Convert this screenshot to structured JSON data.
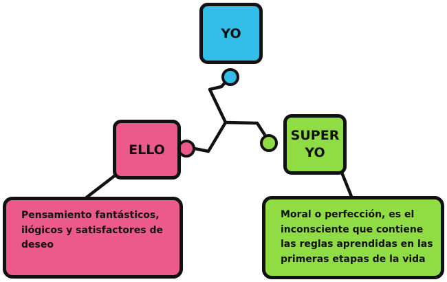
{
  "nodes": {
    "yo": {
      "label": "YO",
      "color": "#33bde9"
    },
    "ello": {
      "label": "ELLO",
      "color": "#ec5a8b"
    },
    "superyo": {
      "label_line1": "SUPER",
      "label_line2": "YO",
      "color": "#8fdc45"
    }
  },
  "descriptions": {
    "ello": {
      "lines": [
        "Pensamiento fantásticos,",
        "ilógicos y satisfactores de",
        "deseo"
      ],
      "color": "#ec5a8b"
    },
    "superyo": {
      "lines": [
        "Moral o perfección, es el",
        "inconsciente que contiene",
        "las reglas aprendidas en las",
        "primeras etapas de la vida"
      ],
      "color": "#8fdc45"
    }
  },
  "connector_color": "#111111"
}
